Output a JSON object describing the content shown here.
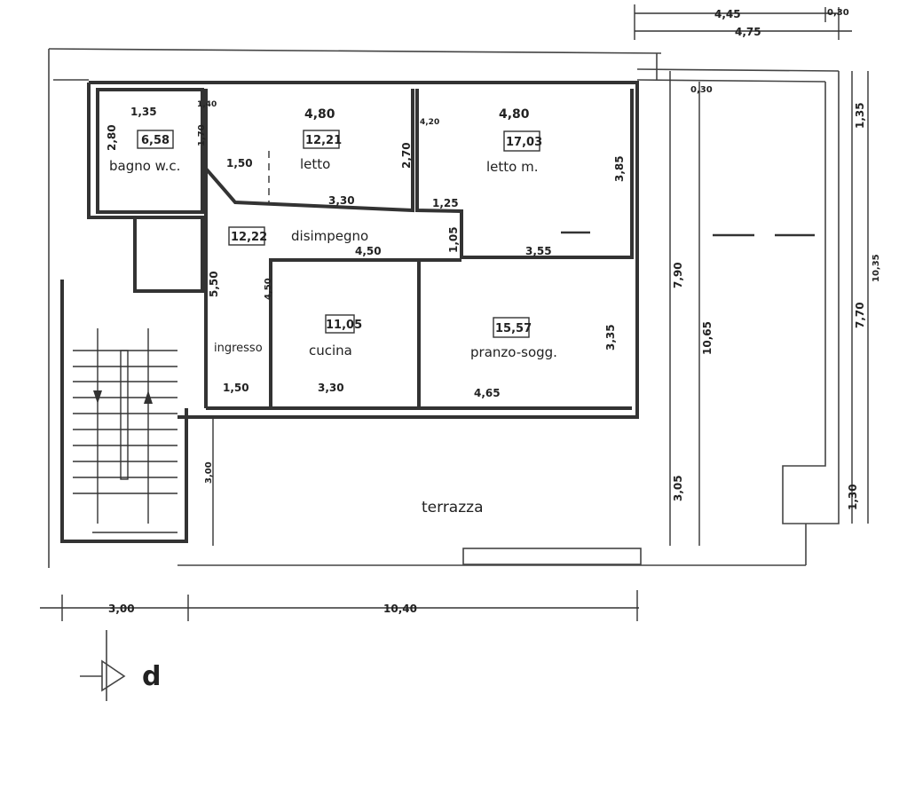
{
  "rooms": [
    {
      "name": "bagno w.c.",
      "area": "6,58"
    },
    {
      "name": "letto",
      "area": "12,21"
    },
    {
      "name": "letto m.",
      "area": "17,03"
    },
    {
      "name": "disimpegno",
      "area": "12,22"
    },
    {
      "name": "cucina",
      "area": "11,05"
    },
    {
      "name": "pranzo-sogg.",
      "area": "15,57"
    },
    {
      "name": "ingresso"
    },
    {
      "name": "terrazza"
    }
  ],
  "dimensions": [
    "4,45",
    "0,30",
    "4,75",
    "0,30",
    "1,35",
    "2,80",
    "4,80",
    "1,40",
    "1,70",
    "1,50",
    "2,70",
    "4,20",
    "4,80",
    "3,85",
    "3,30",
    "1,25",
    "1,05",
    "4,50",
    "3,55",
    "7,90",
    "10,65",
    "1,35",
    "10,35",
    "7,70",
    "1,30",
    "5,50",
    "4,50",
    "3,35",
    "1,50",
    "3,30",
    "4,65",
    "3,00",
    "3,05",
    "3,00",
    "10,40"
  ],
  "section_marker": "d"
}
